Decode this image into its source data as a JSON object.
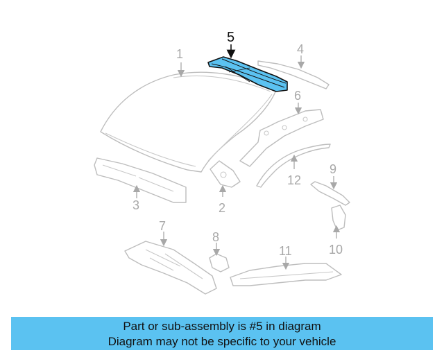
{
  "diagram": {
    "highlight_color": "#5bc2f1",
    "highlighted_part": "5",
    "callouts": {
      "p1": "1",
      "p2": "2",
      "p3": "3",
      "p4": "4",
      "p5": "5",
      "p6": "6",
      "p7": "7",
      "p8": "8",
      "p9": "9",
      "p10": "10",
      "p11": "11",
      "p12": "12"
    }
  },
  "banner": {
    "line1": "Part or sub-assembly is #5 in diagram",
    "line2": "Diagram may not be specific to your vehicle",
    "color": "#5bc2f1"
  }
}
